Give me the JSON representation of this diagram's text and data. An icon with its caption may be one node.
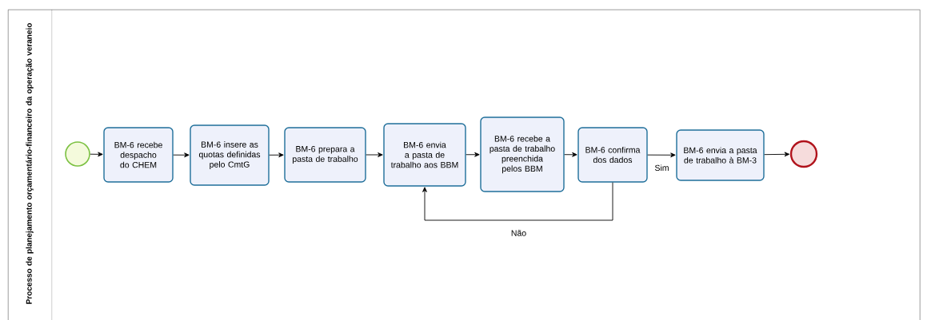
{
  "diagram": {
    "nodes": [
      {
        "text": [
          "Processo de planejamento orçamentário-financeiro da operação veraneio"
        ]
      },
      {
        "text": [],
        "shape": "circle",
        "in": 0
      },
      {
        "text": [
          "BM-6 recebe despacho do CHEM"
        ],
        "in": 0
      },
      {
        "text": [
          "BM-6 insere as quotas definidas pelo CmtG"
        ],
        "in": 0
      },
      {
        "text": [
          "BM-6 prepara a pasta de trabalho"
        ],
        "in": 0
      },
      {
        "text": [
          "BM-6 envia a pasta de trabalho aos BBM"
        ],
        "in": 0
      },
      {
        "text": [
          "BM-6 recebe a pasta de trabalho preenchida pelos BBM"
        ],
        "in": 0
      },
      {
        "text": [
          "BM-6 confirma dos dados"
        ],
        "in": 0
      },
      {
        "text": [
          "BM-6 envia a pasta de trabalho à BM-3"
        ],
        "in": 0
      },
      {
        "text": [],
        "shape": "circle",
        "in": 0
      }
    ],
    "edges": [
      {
        "from": 1,
        "to": 2,
        "arrow": "to"
      },
      {
        "from": 2,
        "to": 3,
        "arrow": "to"
      },
      {
        "from": 3,
        "to": 4,
        "arrow": "to"
      },
      {
        "from": 4,
        "to": 5,
        "arrow": "to"
      },
      {
        "from": 5,
        "to": 6,
        "arrow": "to"
      },
      {
        "from": 6,
        "to": 7,
        "arrow": "to"
      },
      {
        "from": 7,
        "to": 8,
        "label": "Sim",
        "arrow": "to"
      },
      {
        "from": 7,
        "to": 5,
        "label": "Não",
        "arrow": "to"
      },
      {
        "from": 8,
        "to": 9,
        "arrow": "to"
      }
    ]
  }
}
